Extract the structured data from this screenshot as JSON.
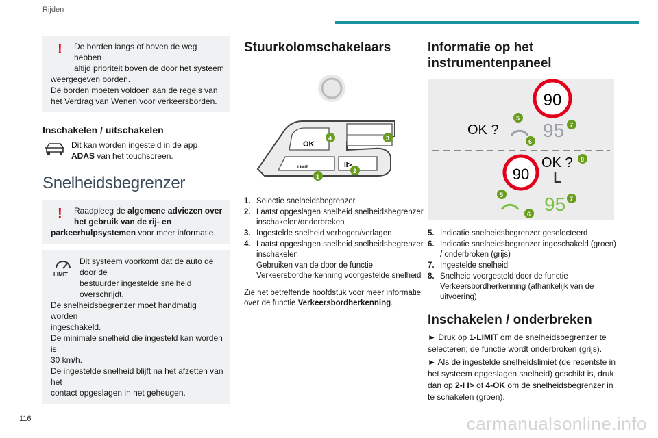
{
  "header": {
    "section": "Rijden",
    "accent_color": "#1a93a5"
  },
  "page_number": "116",
  "watermark": "carmanualsonline.info",
  "left": {
    "warning1": {
      "line1": "De borden langs of boven de weg hebben",
      "line2": "altijd prioriteit boven de door het systeem",
      "line3": "weergegeven borden.",
      "line4": "De borden moeten voldoen aan de regels van",
      "line5": "het Verdrag van Wenen voor verkeersborden."
    },
    "toggle_heading": "Inschakelen / uitschakelen",
    "toggle_text1": "Dit kan worden ingesteld in de app",
    "toggle_text2_bold": "ADAS",
    "toggle_text2_rest": " van het touchscreen.",
    "section_title": "Snelheidsbegrenzer",
    "warning2": {
      "pre": "Raadpleeg de ",
      "bold1": "algemene adviezen over",
      "bold2": "het gebruik van de rij- en",
      "bold3": "parkeerhulpsystemen",
      "post": " voor meer informatie."
    },
    "limit_label": "LIMIT",
    "limit_p1": "Dit systeem voorkomt dat de auto de door de",
    "limit_p2": "bestuurder ingestelde snelheid overschrijdt.",
    "limit_p3": "De snelheidsbegrenzer moet handmatig worden",
    "limit_p4": "ingeschakeld.",
    "limit_p5": "De minimale snelheid die ingesteld kan worden is",
    "limit_p6": "30 km/h.",
    "limit_p7": "De ingestelde snelheid blijft na het afzetten van het",
    "limit_p8": "contact opgeslagen in het geheugen."
  },
  "middle": {
    "title": "Stuurkolomschakelaars",
    "diagram": {
      "ok": "OK",
      "limit": "LIMIT",
      "callouts": [
        "1",
        "2",
        "3",
        "4"
      ],
      "btn_color": "#6a9c1f"
    },
    "list": [
      {
        "n": "1.",
        "t": "Selectie snelheidsbegrenzer"
      },
      {
        "n": "2.",
        "t": "Laatst opgeslagen snelheid snelheidsbegrenzer inschakelen/onderbreken"
      },
      {
        "n": "3.",
        "t": "Ingestelde snelheid verhogen/verlagen"
      },
      {
        "n": "4.",
        "t": "Laatst opgeslagen snelheid snelheidsbegrenzer inschakelen"
      },
      {
        "n": "",
        "t": "Gebruiken van de door de functie Verkeersbordherkenning voorgestelde snelheid"
      }
    ],
    "ref_pre": "Zie het betreffende hoofdstuk voor meer informatie over de functie ",
    "ref_bold": "Verkeersbordherkenning",
    "ref_post": "."
  },
  "right": {
    "title_l1": "Informatie op het",
    "title_l2": "instrumentenpaneel",
    "panel": {
      "sign_top": "90",
      "ok_top": "OK ?",
      "speed_top": "95",
      "sign_bottom": "90",
      "ok_bottom": "OK ?",
      "speed_bottom": "95",
      "c5": "5",
      "c6": "6",
      "c7": "7",
      "c8": "8",
      "green": "#7cc242",
      "red": "#e4001b",
      "grey": "#9aa0a6"
    },
    "list": [
      {
        "n": "5.",
        "t": "Indicatie snelheidsbegrenzer geselecteerd"
      },
      {
        "n": "6.",
        "t": "Indicatie snelheidsbegrenzer ingeschakeld (groen) / onderbroken (grijs)"
      },
      {
        "n": "7.",
        "t": "Ingestelde snelheid"
      },
      {
        "n": "8.",
        "t": "Snelheid voorgesteld door de functie Verkeersbordherkenning (afhankelijk van de uitvoering)"
      }
    ],
    "section2": "Inschakelen / onderbreken",
    "p1_pre": "► Druk op ",
    "p1_bold": "1-LIMIT",
    "p1_post": " om de snelheidsbegrenzer te selecteren; de functie wordt onderbroken (grijs).",
    "p2_pre": "► Als de ingestelde snelheidslimiet (de recentste in het systeem opgeslagen snelheid) geschikt is, druk dan op ",
    "p2_bold1": "2-I I>",
    "p2_mid": " of ",
    "p2_bold2": "4-OK",
    "p2_post": " om de snelheidsbegrenzer in te schakelen (groen)."
  }
}
